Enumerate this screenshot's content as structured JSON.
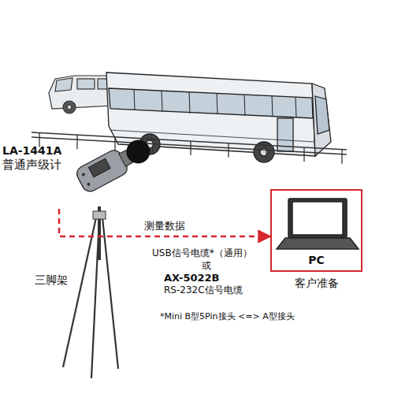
{
  "diagram": {
    "nodes": [
      {
        "text": [
          "LA-1441A",
          "普通声级计"
        ]
      },
      {
        "text": [
          "PC",
          "客户准备"
        ]
      }
    ],
    "edges": [
      {
        "from": 0,
        "to": 1,
        "arrow": "to",
        "label": "测量数据"
      }
    ],
    "labels": [
      "USB信号电缆*（通用）",
      "或",
      "AX-5022B",
      "RS-232C信号电缆",
      "*Mini B型5Pin接头 <=> A型接头",
      "三脚架"
    ]
  }
}
